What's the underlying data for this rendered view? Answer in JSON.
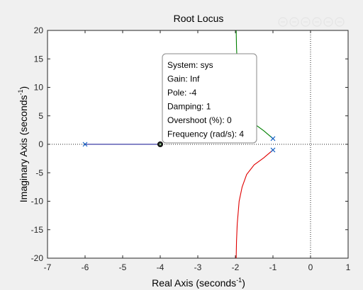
{
  "chart_data": {
    "type": "line",
    "title": "Root Locus",
    "xlabel": "Real Axis (seconds",
    "ylabel": "Imaginary Axis (seconds",
    "label_superscript": "-1",
    "label_suffix": ")",
    "xlim": [
      -7,
      1
    ],
    "ylim": [
      -20,
      20
    ],
    "xticks": [
      -7,
      -6,
      -5,
      -4,
      -3,
      -2,
      -1,
      0,
      1
    ],
    "yticks": [
      -20,
      -15,
      -10,
      -5,
      0,
      5,
      10,
      15,
      20
    ],
    "series": [
      {
        "color": "#0b0b8f",
        "points": [
          [
            -6,
            0
          ],
          [
            -5,
            0
          ],
          [
            -4,
            0
          ]
        ]
      },
      {
        "color": "#008000",
        "points": [
          [
            -1,
            1
          ],
          [
            -1.25,
            2.4
          ],
          [
            -1.5,
            3.6
          ],
          [
            -1.7,
            5.3
          ],
          [
            -1.82,
            7.5
          ],
          [
            -1.9,
            10
          ],
          [
            -1.95,
            14
          ],
          [
            -1.97,
            17
          ],
          [
            -1.98,
            20
          ]
        ]
      },
      {
        "color": "#e00000",
        "points": [
          [
            -1,
            -1
          ],
          [
            -1.25,
            -2.4
          ],
          [
            -1.5,
            -3.6
          ],
          [
            -1.7,
            -5.3
          ],
          [
            -1.82,
            -7.5
          ],
          [
            -1.9,
            -10
          ],
          [
            -1.95,
            -14
          ],
          [
            -1.97,
            -17
          ],
          [
            -1.98,
            -20
          ]
        ]
      }
    ],
    "poles": [
      [
        -6,
        0
      ],
      [
        -1,
        1
      ],
      [
        -1,
        -1
      ]
    ],
    "pole_color": "#0f5ec4",
    "selected_point": [
      -4,
      0
    ],
    "tooltip": {
      "lines": [
        "System: sys",
        "Gain: Inf",
        "Pole: -4",
        "Damping: 1",
        "Overshoot (%): 0",
        "Frequency (rad/s): 4"
      ]
    },
    "grid": false,
    "reference_lines": {
      "real_axis": 0,
      "imag_axis": 0
    }
  },
  "toolbar": {
    "icons": [
      "save-icon",
      "brush-icon",
      "pan-icon",
      "zoom-in-icon",
      "zoom-out-icon",
      "home-icon"
    ]
  }
}
